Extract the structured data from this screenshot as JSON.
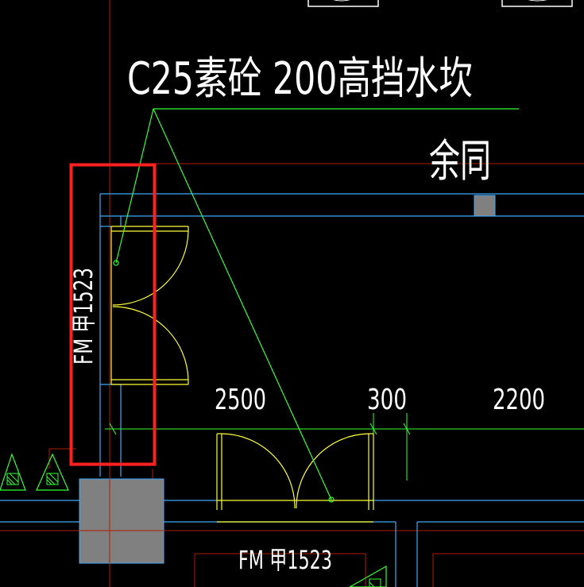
{
  "annotations": {
    "main_note": "C25素砼 200高挡水坎",
    "same_note": "余同",
    "door_tag_vertical": "FM 甲1523",
    "door_tag_bottom": "FM 甲1523"
  },
  "dimensions": {
    "dim_1": "2500",
    "dim_2": "300",
    "dim_3": "2200"
  },
  "colors": {
    "background": "#000000",
    "wall_lines": "#3fa9f5",
    "door_symbols": "#ffff33",
    "leader_line": "#33ff33",
    "red_lines": "#cc2200",
    "highlight_box": "#ff2020",
    "column_fill": "#808080",
    "text": "#ffffff"
  }
}
